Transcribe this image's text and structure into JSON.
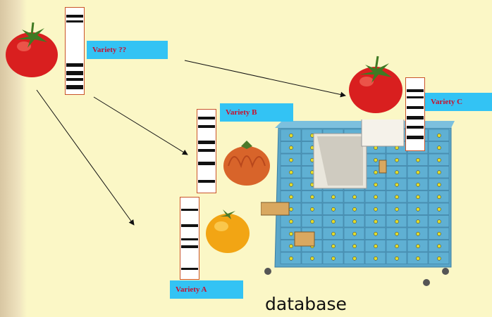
{
  "labels": {
    "unknown": "Variety ??",
    "variety_a": "Variety A",
    "variety_b": "Variety B",
    "variety_c": "Variety C"
  },
  "caption": "database",
  "colors": {
    "background": "#fbf7c6",
    "label_fill": "#33c3f4",
    "label_text": "#c8102e",
    "cabinet": "#5aa6c9",
    "knob": "#e2dc2a"
  },
  "icons": [
    "tomato-icon",
    "dna-barcode-icon",
    "oxheart-tomato-icon",
    "yellow-tomato-icon",
    "file-cabinet-icon"
  ]
}
